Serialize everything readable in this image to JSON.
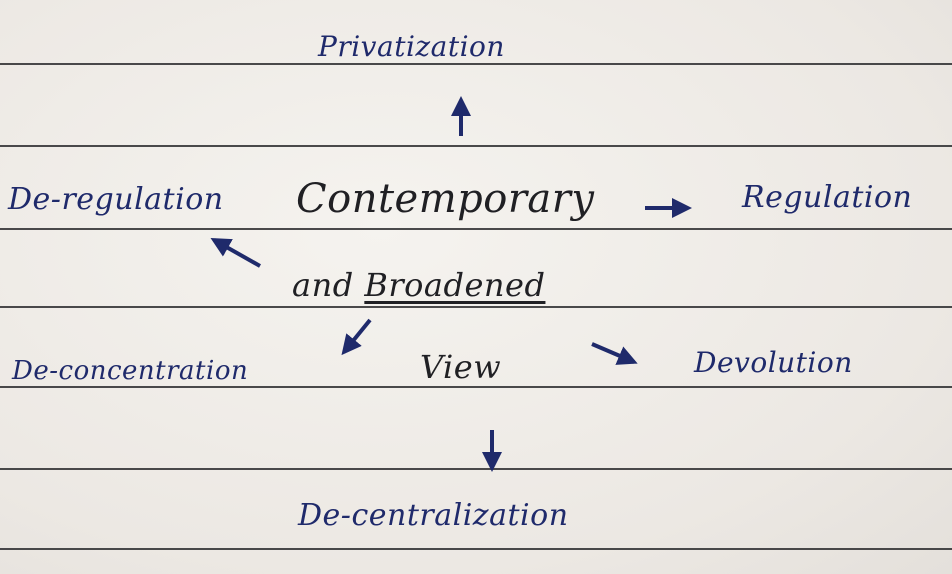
{
  "center": {
    "line1": "Contemporary",
    "line2_prefix": "and ",
    "line2_underlined": "Broadened",
    "line3": "View"
  },
  "branches": {
    "up": "Privatization",
    "left_up": "De-regulation",
    "right": "Regulation",
    "left_down": "De-concentration",
    "right_down": "Devolution",
    "down": "De-centralization"
  },
  "colors": {
    "ink_blue": "#1f2a6b",
    "ink_black": "#202024",
    "rule_line": "#2b2b2e",
    "paper": "#efece8"
  }
}
